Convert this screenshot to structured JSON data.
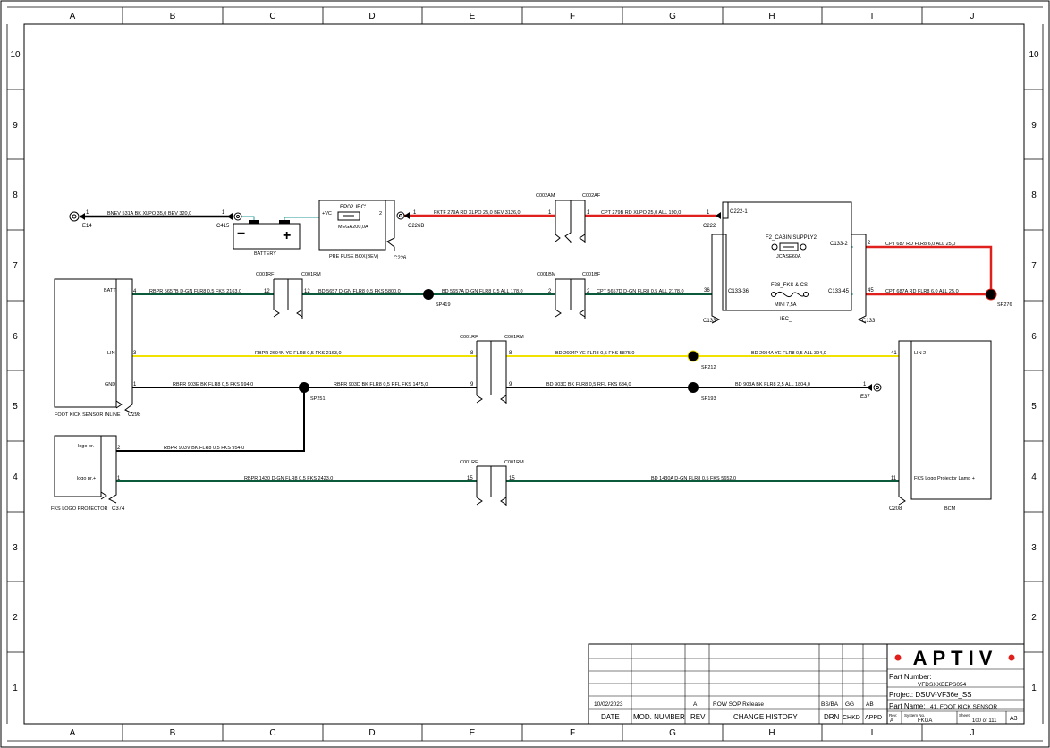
{
  "border": {
    "columns": [
      "A",
      "B",
      "C",
      "D",
      "E",
      "F",
      "G",
      "H",
      "I",
      "J"
    ],
    "rows": [
      "10",
      "9",
      "8",
      "7",
      "6",
      "5",
      "4",
      "3",
      "2",
      "1"
    ]
  },
  "components": {
    "e14": "E14",
    "c415": "C415",
    "battery": "BATTERY",
    "battery_plus": "+",
    "battery_minus": "−",
    "prefuse_title": "FP02 IEC'",
    "prefuse_fuse": "MEGA200,0A",
    "prefuse_pin_vc": "+VC",
    "prefuse_pin2": "2",
    "prefuse_name": "PRE FUSE BOX(BEV)",
    "c226": "C226",
    "c2268": "C226B",
    "c002am": "C002AM",
    "c002af": "C002AF",
    "c222": "C222",
    "c222_1": "C222-1",
    "cabin_fuse_title": "F2_CABIN SUPPLY2",
    "cabin_fuse_value": "JCASE60A",
    "c133_2": "C133-2",
    "fks_fuse_title": "F28_FKS & CS",
    "fks_fuse_value": "MINI 7,5A",
    "c133_36": "C133-36",
    "c133_45": "C133-45",
    "iec": "IEC_",
    "c133_left": "C133",
    "c133_right": "C133",
    "sp276": "SP276",
    "c001rf": "C001RF",
    "c001rm": "C001RM",
    "c001bm": "C001BM",
    "c001bf": "C001BF",
    "sp419": "SP419",
    "fks_inline": "FOOT KICK SENSOR INLINE",
    "c298": "C298",
    "pin_batt": "BATT",
    "pin_lin": "LIN",
    "pin_gnd": "GND",
    "sp212": "SP212",
    "sp193": "SP193",
    "sp251": "SP251",
    "e37": "E37",
    "lin2": "LIN 2",
    "logo_pr_minus": "logo pr.-",
    "logo_pr_plus": "logo pr.+",
    "fks_logo_projector": "FKS LOGO PROJECTOR",
    "c374": "C374",
    "c208": "C208",
    "bcm": "BCM",
    "fks_logo_lamp": "FKS Logo Projector Lamp +"
  },
  "wires": {
    "w1": "BNEV 531A BK XLPO 35,0 BEV 320,0",
    "w2": "FKTF 279A RD XLPO 25,0 BEV 3126,0",
    "w3": "CPT 279B RD XLPO 25,0 ALL 190,0",
    "w4": "CPT 687 RD FLR8 6,0 ALL 25,0",
    "w5": "CPT 687A RD FLR8 6,0 ALL 25,0",
    "w6": "RBPR 5657B D-GN FLR8 0,5 FKS 2163,0",
    "w7": "BD 5657 D-GN FLR8 0,5 FKS 5800,0",
    "w8": "BD 5657A D-GN FLR8 0,5 ALL 178,0",
    "w9": "CPT 5657D D-GN FLR8 0,5 ALL 2178,0",
    "w10": "RBPR 2604N YE FLR8 0,5 FKS 2163,0",
    "w11": "BD 2604P YE FLR8 0,5 FKS 5875,0",
    "w12": "BD 2604A YE FLR8 0,5 ALL 394,0",
    "w13": "RBPR 903E BK FLR8 0,5 FKS 694,0",
    "w14": "RBPR 903D BK FLR8 0,5 RFL FKS 1475,0",
    "w15": "BD 903C BK FLR8 0,5 RFL FKS 684,0",
    "w16": "BD 903A BK FLR8 2,5 ALL 1804,0",
    "w17": "RBPR 903V BK FLR8 0,5 FKS 954,0",
    "w18": "RBPR 1430 D-GN FLR8 0,5 FKS 2423,0",
    "w19": "BD 1430A D-GN FLR8 0,5 FKS 5652,0"
  },
  "pins": {
    "p1": "1",
    "p2": "2",
    "p3": "3",
    "p4": "4",
    "p8": "8",
    "p9": "9",
    "p11": "11",
    "p12": "12",
    "p15": "15",
    "p36": "36",
    "p41": "41",
    "p45": "45"
  },
  "title_block": {
    "logo": "APTIV",
    "part_number_label": "Part Number:",
    "part_number": "VFDSXXEEPS054",
    "project": "Project: DSUV-VF36e_SS",
    "part_name_label": "Part Name:",
    "part_name": "41. FOOT KICK SENSOR",
    "rev_label": "Rev:",
    "rev_value": "A",
    "system_label": "System No.",
    "system_value": "FKGA",
    "sheet_label": "Sheet:",
    "sheet_value": "100 of 111",
    "size": "A3",
    "history": {
      "date": "10/02/2023",
      "rev": "A",
      "change": "ROW SOP Release",
      "drn": "BS/BA",
      "chkd": "GG",
      "appd": "AB"
    },
    "headers": {
      "date": "DATE",
      "mod": "MOD. NUMBER",
      "rev": "REV",
      "change": "CHANGE HISTORY",
      "drn": "DRN",
      "chkd": "CHKD",
      "appd": "APPD"
    }
  },
  "colors": {
    "red": "#e0201c",
    "black": "#000000",
    "dark_green": "#0b5a3c",
    "yellow": "#f2e200",
    "teal": "#2a9a9a",
    "magenta": "#d020d0",
    "label_green": "#1a8a1a"
  }
}
